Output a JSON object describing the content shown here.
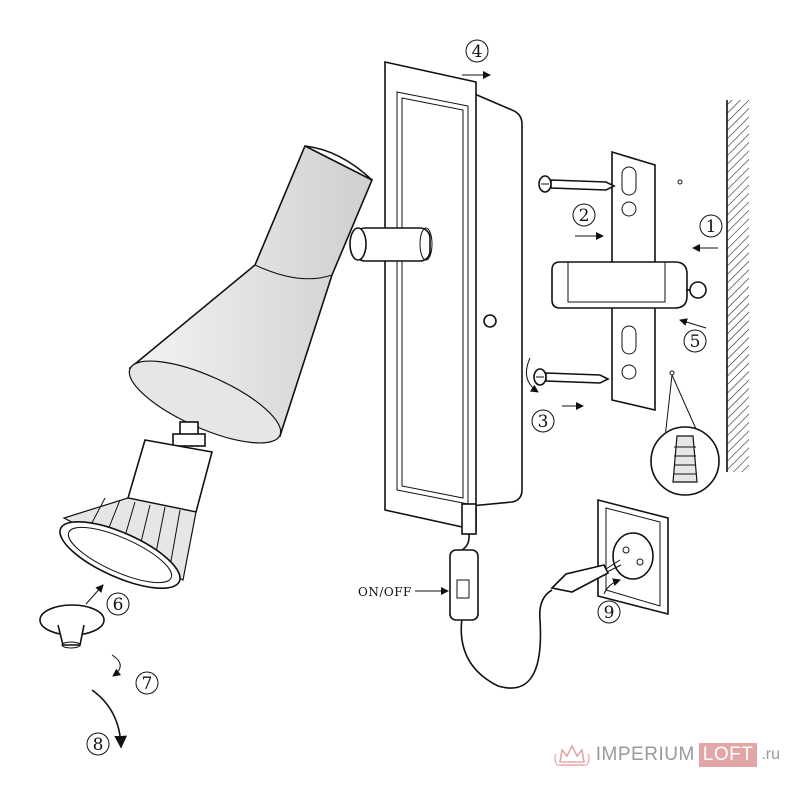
{
  "diagram": {
    "step_labels": [
      "1",
      "2",
      "3",
      "4",
      "5",
      "6",
      "7",
      "8",
      "9"
    ],
    "switch_label": "ON/OFF"
  },
  "watermark": {
    "part1": "IMPERIUM",
    "part2": "LOFT",
    "part3": ".ru",
    "accent_color": "#e3a6a6",
    "text_color": "#9a9a9a"
  }
}
